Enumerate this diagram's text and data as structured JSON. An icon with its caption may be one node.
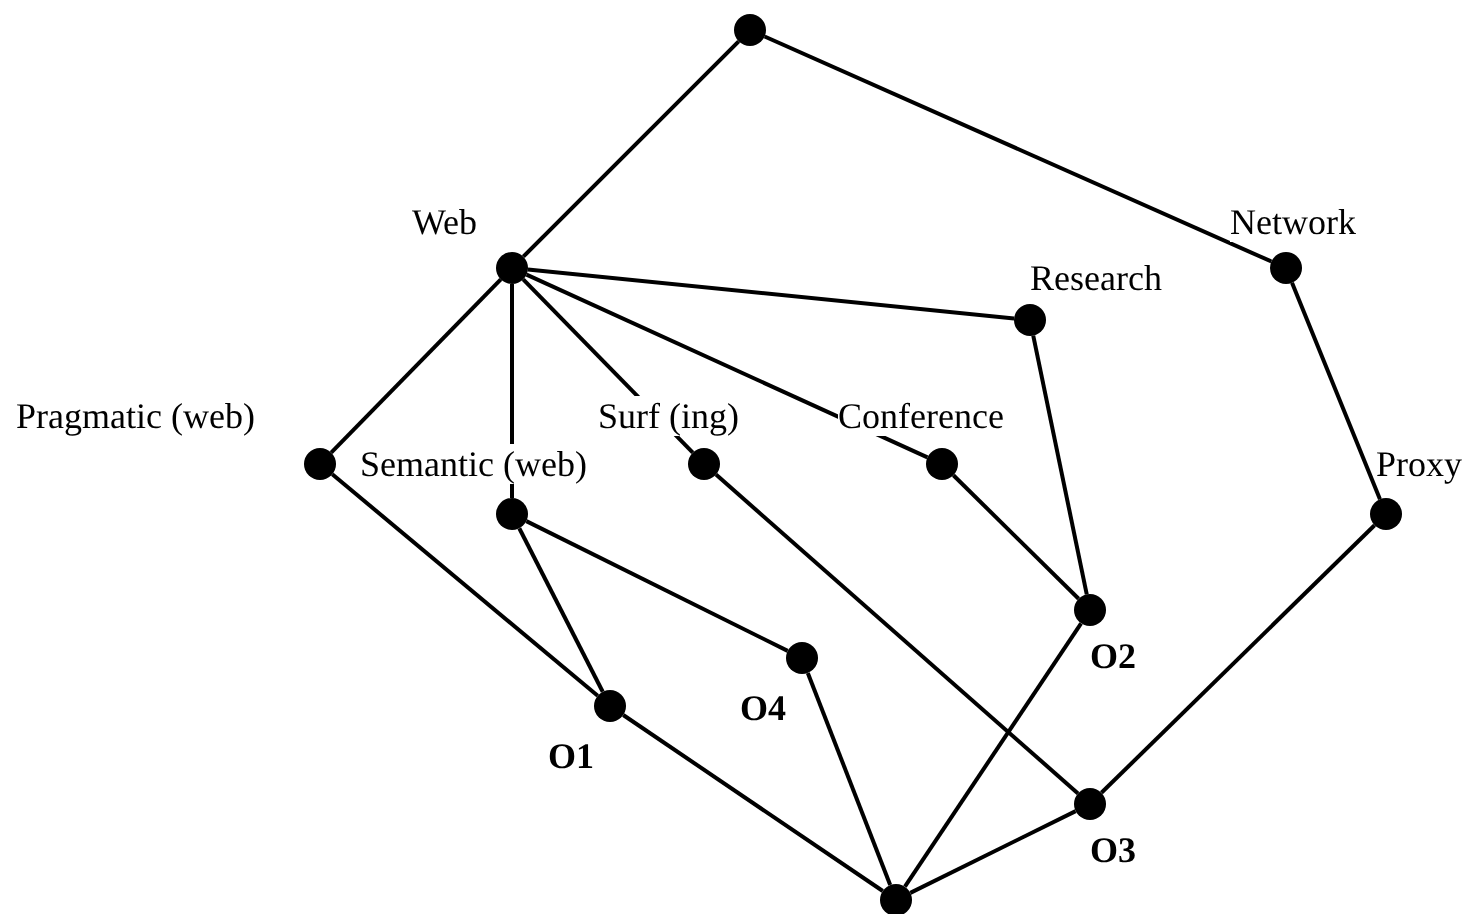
{
  "diagram": {
    "nodes": [
      {
        "text": [],
        "shape": "circle"
      },
      {
        "text": [],
        "shape": "circle",
        "beside": [
          "Web"
        ]
      },
      {
        "text": [],
        "shape": "circle",
        "beside": [
          "Network"
        ]
      },
      {
        "text": [],
        "shape": "circle",
        "beside": [
          "Research"
        ]
      },
      {
        "text": [],
        "shape": "circle",
        "beside": [
          "Pragmatic (web)"
        ]
      },
      {
        "text": [],
        "shape": "circle",
        "beside": [
          "Semantic (web)"
        ]
      },
      {
        "text": [],
        "shape": "circle",
        "beside": [
          "Surf (ing)"
        ]
      },
      {
        "text": [],
        "shape": "circle",
        "beside": [
          "Conference"
        ]
      },
      {
        "text": [],
        "shape": "circle",
        "beside": [
          "Proxy"
        ]
      },
      {
        "text": [],
        "shape": "circle",
        "beside": [
          "O2"
        ]
      },
      {
        "text": [],
        "shape": "circle",
        "beside": [
          "O4"
        ]
      },
      {
        "text": [],
        "shape": "circle",
        "beside": [
          "O1"
        ]
      },
      {
        "text": [],
        "shape": "circle",
        "beside": [
          "O3"
        ]
      },
      {
        "text": [],
        "shape": "circle"
      }
    ],
    "edges": [
      {
        "from": 0,
        "to": 1,
        "arrow": "none"
      },
      {
        "from": 0,
        "to": 2,
        "arrow": "none"
      },
      {
        "from": 1,
        "to": 3,
        "arrow": "none"
      },
      {
        "from": 1,
        "to": 4,
        "arrow": "none"
      },
      {
        "from": 1,
        "to": 5,
        "arrow": "none"
      },
      {
        "from": 1,
        "to": 6,
        "arrow": "none"
      },
      {
        "from": 1,
        "to": 7,
        "arrow": "none"
      },
      {
        "from": 2,
        "to": 8,
        "arrow": "none"
      },
      {
        "from": 3,
        "to": 9,
        "arrow": "none"
      },
      {
        "from": 7,
        "to": 9,
        "arrow": "none"
      },
      {
        "from": 4,
        "to": 11,
        "arrow": "none"
      },
      {
        "from": 5,
        "to": 11,
        "arrow": "none"
      },
      {
        "from": 5,
        "to": 10,
        "arrow": "none"
      },
      {
        "from": 6,
        "to": 12,
        "arrow": "none"
      },
      {
        "from": 8,
        "to": 12,
        "arrow": "none"
      },
      {
        "from": 11,
        "to": 13,
        "arrow": "none"
      },
      {
        "from": 10,
        "to": 13,
        "arrow": "none"
      },
      {
        "from": 9,
        "to": 13,
        "arrow": "none"
      },
      {
        "from": 12,
        "to": 13,
        "arrow": "none"
      }
    ]
  }
}
